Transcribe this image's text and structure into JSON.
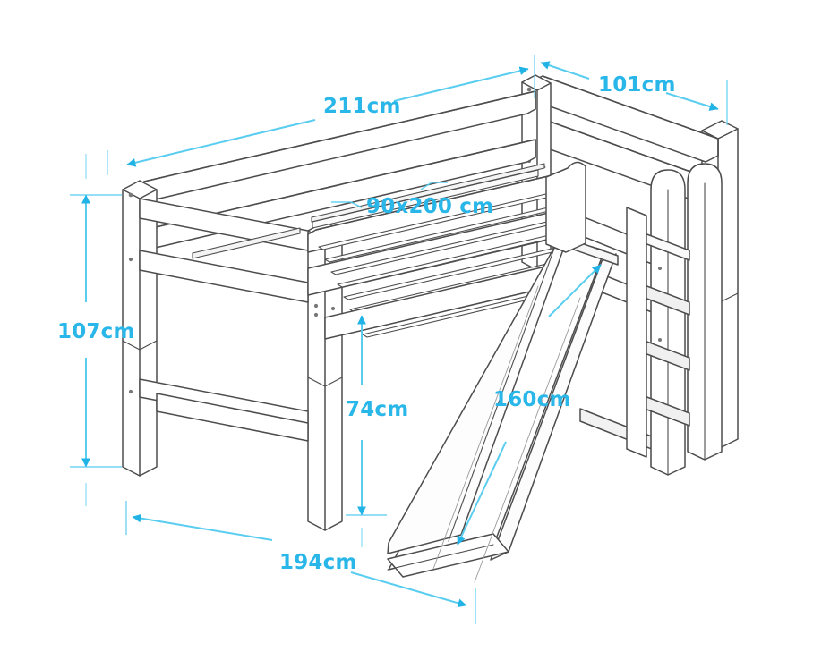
{
  "drawing": {
    "title": "Mid-height loft bed with slide — dimensioned line drawing",
    "subject": "loft-bed-with-slide",
    "projection": "isometric",
    "background_color": "#ffffff",
    "line_color": "#4a4a4a",
    "dimension_color": "#29b6e8",
    "fill_color": "#ffffff"
  },
  "dimensions": {
    "height_total": "107cm",
    "length_top": "211cm",
    "width_top": "101cm",
    "mattress": "90x200 cm",
    "height_under": "74cm",
    "slide_length": "160cm",
    "footprint_length": "194cm"
  },
  "annotations": [
    {
      "name": "total-height",
      "value": "107cm",
      "orientation": "vertical",
      "position": "left"
    },
    {
      "name": "bed-length",
      "value": "211cm",
      "orientation": "diagonal",
      "position": "top-left"
    },
    {
      "name": "bed-width",
      "value": "101cm",
      "orientation": "diagonal",
      "position": "top-right"
    },
    {
      "name": "mattress-size",
      "value": "90x200 cm",
      "orientation": "horizontal",
      "position": "center"
    },
    {
      "name": "clearance-height",
      "value": "74cm",
      "orientation": "vertical",
      "position": "center"
    },
    {
      "name": "slide-length",
      "value": "160cm",
      "orientation": "diagonal",
      "position": "right"
    },
    {
      "name": "footprint-length",
      "value": "194cm",
      "orientation": "diagonal",
      "position": "bottom"
    }
  ]
}
